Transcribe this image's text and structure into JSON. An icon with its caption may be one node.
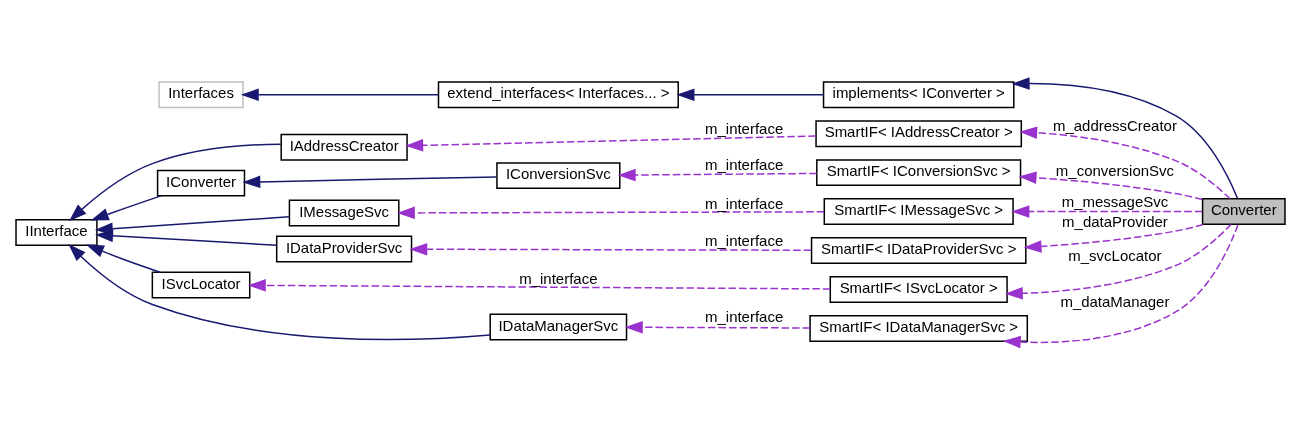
{
  "diagram": {
    "nodes": [
      {
        "text": [
          "Converter"
        ]
      },
      {
        "text": [
          "implements< IConverter >"
        ]
      },
      {
        "text": [
          "extend_interfaces< Interfaces... >"
        ]
      },
      {
        "text": [
          "Interfaces"
        ]
      },
      {
        "text": [
          "SmartIF< IAddressCreator >"
        ]
      },
      {
        "text": [
          "IAddressCreator"
        ]
      },
      {
        "text": [
          "IInterface"
        ]
      },
      {
        "text": [
          "SmartIF< IConversionSvc >"
        ]
      },
      {
        "text": [
          "IConversionSvc"
        ]
      },
      {
        "text": [
          "IConverter"
        ]
      },
      {
        "text": [
          "SmartIF< IMessageSvc >"
        ]
      },
      {
        "text": [
          "IMessageSvc"
        ]
      },
      {
        "text": [
          "SmartIF< IDataProviderSvc >"
        ]
      },
      {
        "text": [
          "IDataProviderSvc"
        ]
      },
      {
        "text": [
          "SmartIF< ISvcLocator >"
        ]
      },
      {
        "text": [
          "ISvcLocator"
        ]
      },
      {
        "text": [
          "SmartIF< IDataManagerSvc >"
        ]
      },
      {
        "text": [
          "IDataManagerSvc"
        ]
      }
    ],
    "edges": [
      {
        "from": 0,
        "to": 1,
        "arrow": "to",
        "color": "#191970"
      },
      {
        "from": 1,
        "to": 2,
        "arrow": "to",
        "color": "#191970"
      },
      {
        "from": 2,
        "to": 3,
        "arrow": "to",
        "color": "#191970"
      },
      {
        "from": 0,
        "to": 4,
        "arrow": "to",
        "label": "m_addressCreator",
        "style": "dashed"
      },
      {
        "from": 4,
        "to": 5,
        "arrow": "to",
        "label": "m_interface",
        "style": "dashed"
      },
      {
        "from": 5,
        "to": 6,
        "arrow": "to",
        "color": "#191970"
      },
      {
        "from": 0,
        "to": 7,
        "arrow": "to",
        "label": "m_conversionSvc",
        "style": "dashed"
      },
      {
        "from": 7,
        "to": 8,
        "arrow": "to",
        "label": "m_interface",
        "style": "dashed"
      },
      {
        "from": 8,
        "to": 9,
        "arrow": "to",
        "color": "#191970"
      },
      {
        "from": 9,
        "to": 6,
        "arrow": "to",
        "color": "#191970"
      },
      {
        "from": 0,
        "to": 10,
        "arrow": "to",
        "label": "m_messageSvc",
        "style": "dashed"
      },
      {
        "from": 10,
        "to": 11,
        "arrow": "to",
        "label": "m_interface",
        "style": "dashed"
      },
      {
        "from": 11,
        "to": 6,
        "arrow": "to",
        "color": "#191970"
      },
      {
        "from": 0,
        "to": 12,
        "arrow": "to",
        "label": "m_dataProvider",
        "style": "dashed"
      },
      {
        "from": 12,
        "to": 13,
        "arrow": "to",
        "label": "m_interface",
        "style": "dashed"
      },
      {
        "from": 13,
        "to": 6,
        "arrow": "to",
        "color": "#191970"
      },
      {
        "from": 0,
        "to": 14,
        "arrow": "to",
        "label": "m_svcLocator",
        "style": "dashed"
      },
      {
        "from": 14,
        "to": 15,
        "arrow": "to",
        "label": "m_interface",
        "style": "dashed"
      },
      {
        "from": 15,
        "to": 6,
        "arrow": "to",
        "color": "#191970"
      },
      {
        "from": 0,
        "to": 16,
        "arrow": "to",
        "label": "m_dataManager",
        "style": "dashed"
      },
      {
        "from": 16,
        "to": 17,
        "arrow": "to",
        "label": "m_interface",
        "style": "dashed"
      },
      {
        "from": 17,
        "to": 6,
        "arrow": "to",
        "color": "#191970"
      }
    ]
  }
}
